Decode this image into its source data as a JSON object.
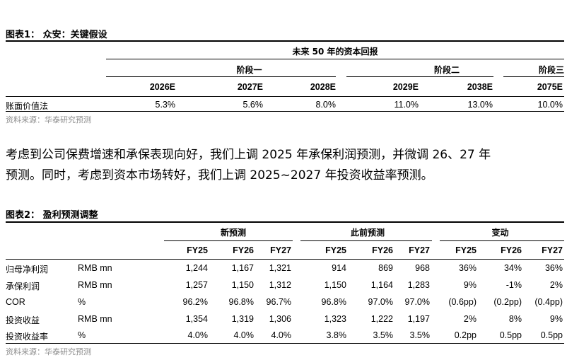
{
  "fig1": {
    "title": "图表1：  众安：关键假设",
    "super_header": "未来 50 年的资本回报",
    "groups": [
      "阶段一",
      "阶段二",
      "阶段三"
    ],
    "years": [
      "2026E",
      "2027E",
      "2028E",
      "2029E",
      "2038E",
      "2075E"
    ],
    "row_label": "账面价值法",
    "values": [
      "5.3%",
      "5.6%",
      "8.0%",
      "11.0%",
      "13.0%",
      "10.0%"
    ],
    "source": "资料来源：华泰研究预测"
  },
  "paragraph": {
    "line1": "考虑到公司保费增速和承保表现向好，我们上调 2025 年承保利润预测，并微调 26、27 年",
    "line2": "预测。同时，考虑到资本市场转好，我们上调 2025~2027 年投资收益率预测。"
  },
  "fig2": {
    "title": "图表2：  盈利预测调整",
    "groups": [
      "新预测",
      "此前预测",
      "变动"
    ],
    "col_headers": [
      "FY25",
      "FY26",
      "FY27",
      "FY25",
      "FY26",
      "FY27",
      "FY25",
      "FY26",
      "FY27"
    ],
    "rows": [
      {
        "label": "归母净利润",
        "unit": "RMB mn",
        "values": [
          "1,244",
          "1,167",
          "1,321",
          "914",
          "869",
          "968",
          "36%",
          "34%",
          "36%"
        ]
      },
      {
        "label": "承保利润",
        "unit": "RMB mn",
        "values": [
          "1,257",
          "1,150",
          "1,312",
          "1,150",
          "1,164",
          "1,283",
          "9%",
          "-1%",
          "2%"
        ]
      },
      {
        "label": "COR",
        "unit": "%",
        "values": [
          "96.2%",
          "96.8%",
          "96.7%",
          "96.8%",
          "97.0%",
          "97.0%",
          "(0.6pp)",
          "(0.2pp)",
          "(0.4pp)"
        ]
      },
      {
        "label": "投资收益",
        "unit": "RMB mn",
        "values": [
          "1,354",
          "1,319",
          "1,306",
          "1,323",
          "1,222",
          "1,197",
          "2%",
          "8%",
          "9%"
        ]
      },
      {
        "label": "投资收益率",
        "unit": "%",
        "values": [
          "4.0%",
          "4.0%",
          "4.0%",
          "3.8%",
          "3.5%",
          "3.5%",
          "0.2pp",
          "0.5pp",
          "0.5pp"
        ]
      }
    ],
    "source": "资料来源：华泰研究预测"
  }
}
